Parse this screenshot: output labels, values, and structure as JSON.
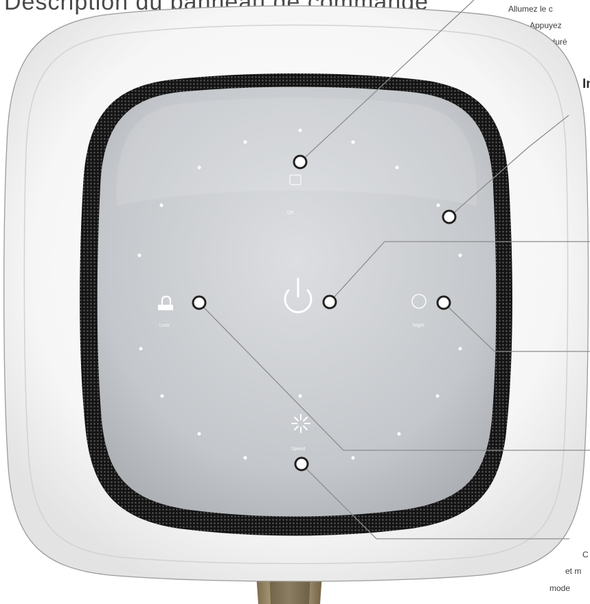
{
  "page": {
    "title": "Description du panneau de commande"
  },
  "annotations": {
    "top_right": [
      "Allumez le c",
      "Appuyez",
      "la duré"
    ],
    "heading_right": "In",
    "bottom_right": [
      "C",
      "et m",
      "mode"
    ]
  },
  "device": {
    "buttons": {
      "top_label": "Off",
      "left_label": "Lock",
      "right_label": "Night",
      "bottom_label": "Speed"
    }
  },
  "colors": {
    "panel": "#c8cbcf",
    "shell": "#f7f7f7",
    "grille": "#1c1c1c",
    "callout_line": "#8c8c8c"
  }
}
